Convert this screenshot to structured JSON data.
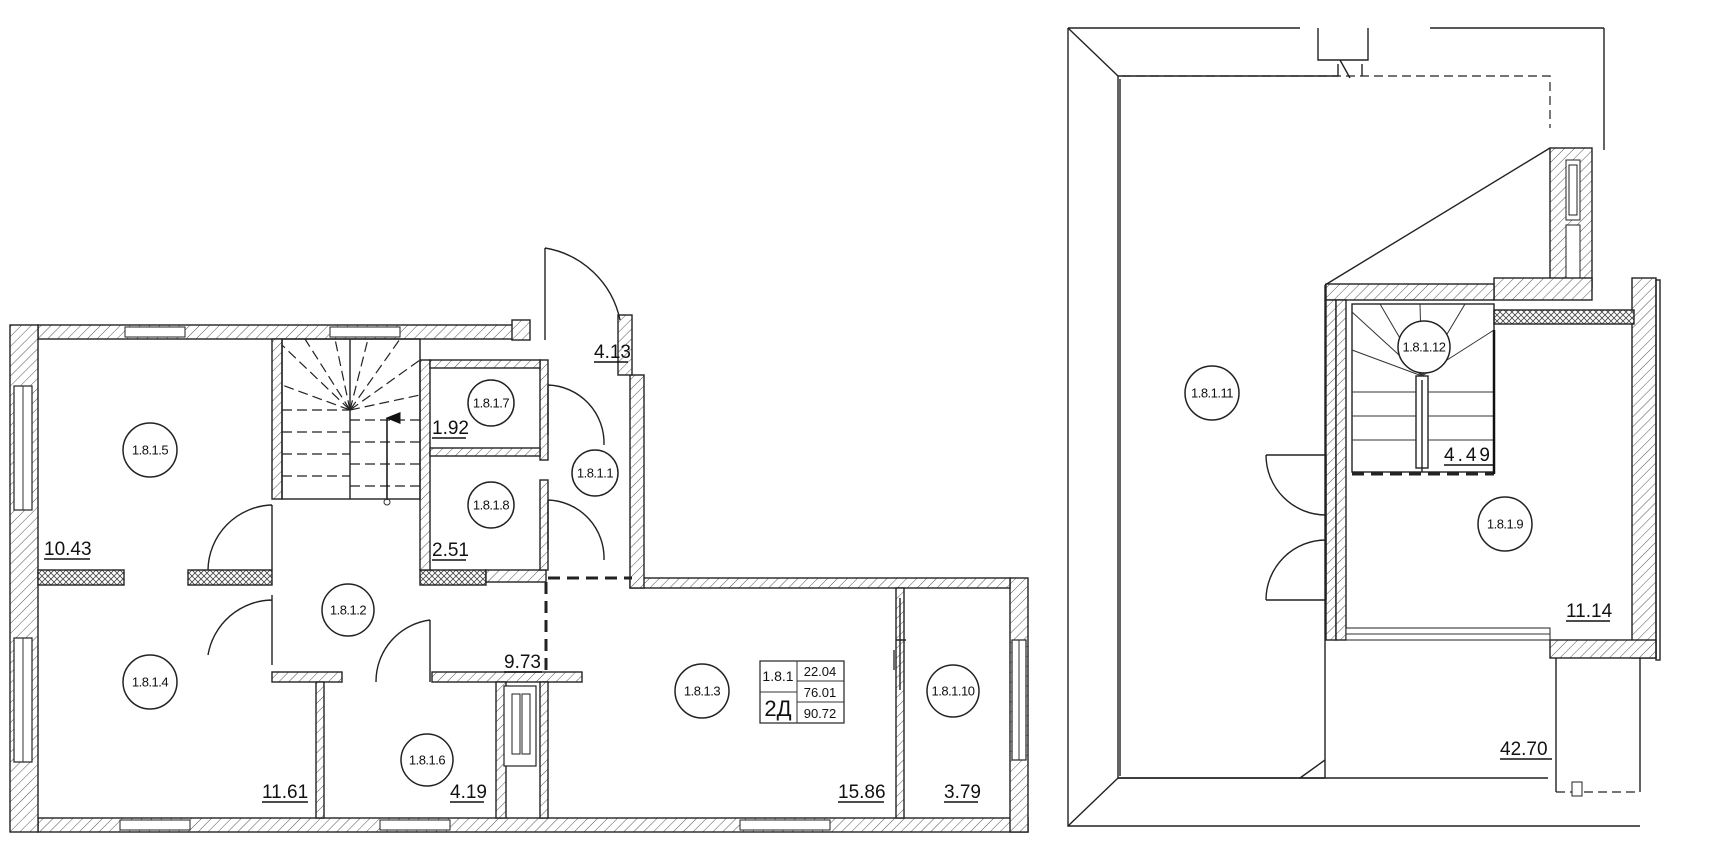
{
  "rooms": [
    {
      "id": "1.8.1.5"
    },
    {
      "id": "1.8.1.7"
    },
    {
      "id": "1.8.1.8"
    },
    {
      "id": "1.8.1.1"
    },
    {
      "id": "1.8.1.2"
    },
    {
      "id": "1.8.1.4"
    },
    {
      "id": "1.8.1.6"
    },
    {
      "id": "1.8.1.3"
    },
    {
      "id": "1.8.1.10"
    },
    {
      "id": "1.8.1.11"
    },
    {
      "id": "1.8.1.12"
    },
    {
      "id": "1.8.1.9"
    }
  ],
  "areas": [
    {
      "value": "4.13"
    },
    {
      "value": "1.92"
    },
    {
      "value": "10.43"
    },
    {
      "value": "2.51"
    },
    {
      "value": "9.73"
    },
    {
      "value": "11.61"
    },
    {
      "value": "4.19"
    },
    {
      "value": "15.86"
    },
    {
      "value": "3.79"
    },
    {
      "value": "4.49"
    },
    {
      "value": "11.14"
    },
    {
      "value": "42.70"
    }
  ],
  "apartment": {
    "number": "1.8.1",
    "type": "2Д",
    "living_area": "22.04",
    "total_area": "76.01",
    "total_with_terrace": "90.72"
  }
}
